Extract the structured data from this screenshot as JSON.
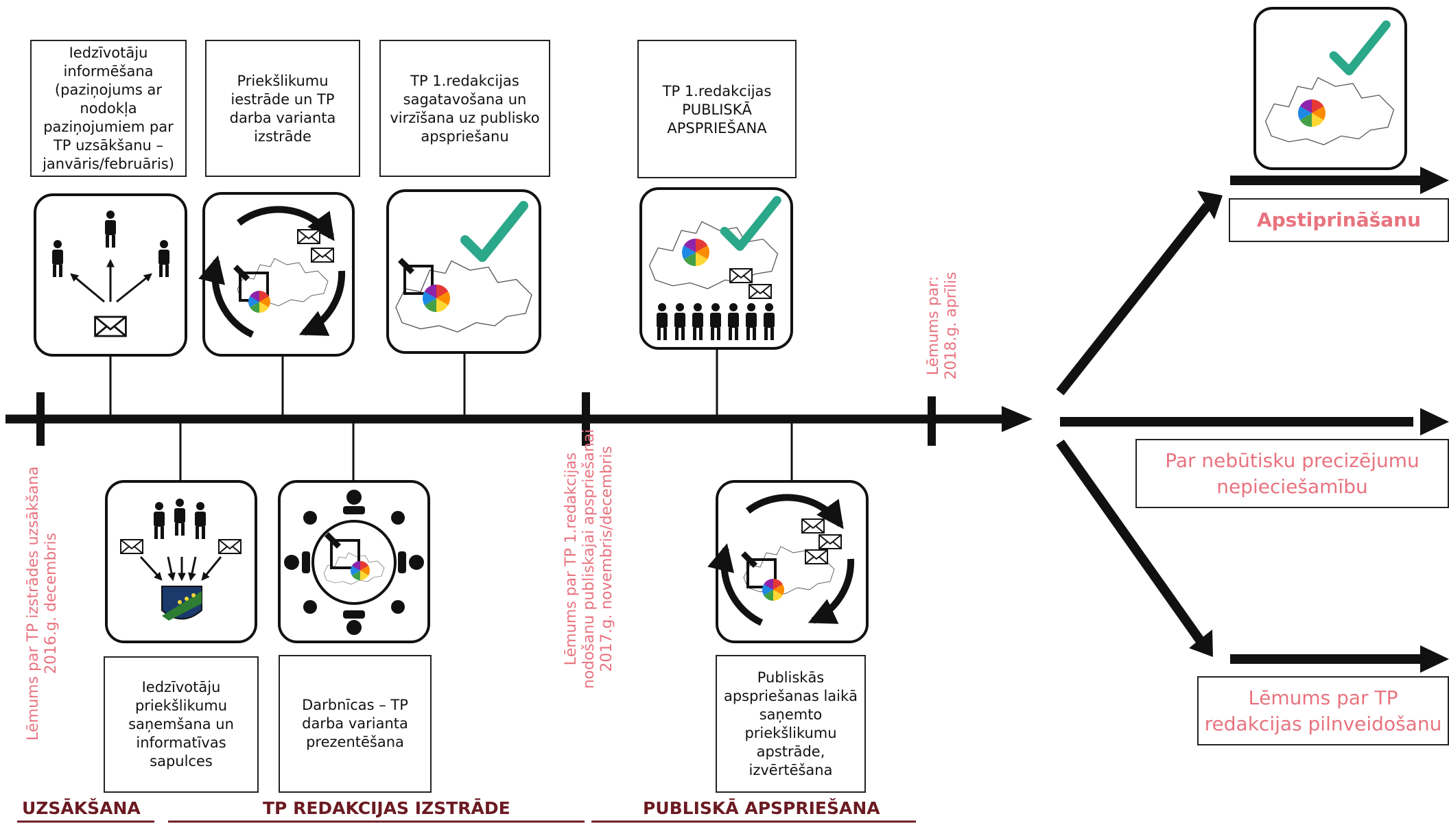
{
  "colors": {
    "accent": "#e8737f",
    "phase": "#6b1a22",
    "check": "#2aa889",
    "line": "#111111"
  },
  "top_boxes": [
    {
      "text": "Iedzīvotāju\ninformēšana\n(paziņojums ar\nnodokļa\npaziņojumiem par\nTP uzsākšanu –\njanvāris/februāris)"
    },
    {
      "text": "Priekšlikumu\niestrāde un TP\ndarba varianta\nizstrāde"
    },
    {
      "text": "TP 1.redakcijas\nsagatavošana un\nvirzīšana uz publisko\napspriešanu"
    },
    {
      "text": "TP 1.redakcijas\nPUBLISKĀ\nAPSPRIEŠANA"
    }
  ],
  "bottom_boxes": [
    {
      "text": "Iedzīvotāju\npriekšlikumu\nsaņemšana un\ninformatīvas\nsapulces"
    },
    {
      "text": "Darbnīcas – TP\ndarba varianta\nprezentēšana"
    },
    {
      "text": "Publiskās\napspriešanas laikā\nsaņemto\npriekšlikumu\napstrāde,\nizvērtēšana"
    }
  ],
  "milestones": [
    {
      "text": "Lēmums par TP izstrādes uzsākšana\n2016.g. decembris"
    },
    {
      "text": "Lēmums par TP 1.redakcijas\nnodošanu publiskajai apspriešanai\n2017.g. novembris/decembris"
    },
    {
      "text": "Lēmums par:\n2018.g. aprīlis"
    }
  ],
  "outcomes": [
    {
      "text": "Apstiprināšanu"
    },
    {
      "text": "Par nebūtisku precizējumu\nnepieciešamību"
    },
    {
      "text": "Lēmums par TP\nredakcijas pilnveidošanu"
    }
  ],
  "phases": [
    {
      "text": "UZSĀKŠANA"
    },
    {
      "text": "TP REDAKCIJAS IZSTRĀDE"
    },
    {
      "text": "PUBLISKĀ APSPRIEŠANA"
    }
  ],
  "icons": [
    "people-envelope-icon",
    "cycle-plan-icon",
    "approved-map-icon",
    "public-discussion-icon",
    "proposals-coat-of-arms-icon",
    "workshop-table-icon",
    "cycle-review-icon",
    "approved-map-icon"
  ]
}
